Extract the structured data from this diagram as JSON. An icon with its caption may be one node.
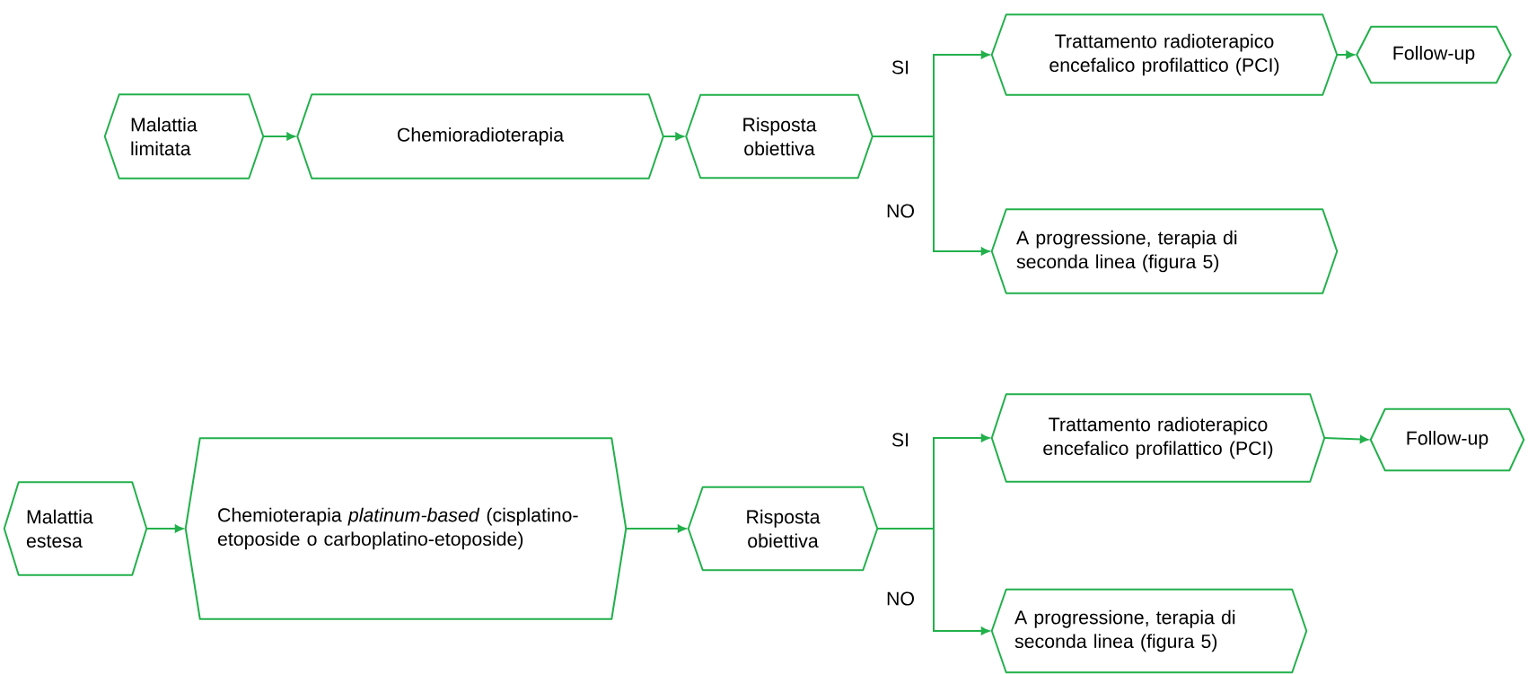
{
  "diagram": {
    "nodes": [
      {
        "text": [
          "Malattia limitata"
        ]
      },
      {
        "text": [
          "Chemioradioterapia"
        ]
      },
      {
        "text": [
          "Risposta obiettiva"
        ]
      },
      {
        "text": [
          "Trattamento radioterapico encefalico profilattico (PCI)"
        ]
      },
      {
        "text": [
          "Follow-up"
        ]
      },
      {
        "text": [
          "A progressione, terapia di seconda linea (figura 5)"
        ]
      },
      {
        "text": [
          "Malattia estesa"
        ]
      },
      {
        "text": [
          "Chemioterapia *platinum-based* (cisplatino-etoposide o carboplatino-etoposide)"
        ]
      },
      {
        "text": [
          "Risposta obiettiva"
        ]
      },
      {
        "text": [
          "Trattamento radioterapico encefalico profilattico (PCI)"
        ]
      },
      {
        "text": [
          "Follow-up"
        ]
      },
      {
        "text": [
          "A progressione, terapia di seconda linea (figura 5)"
        ]
      }
    ],
    "edges": [
      {
        "from": 0,
        "to": 1,
        "arrow": "to"
      },
      {
        "from": 1,
        "to": 2,
        "arrow": "to"
      },
      {
        "from": 2,
        "to": 3,
        "arrow": "to",
        "label": "SI"
      },
      {
        "from": 2,
        "to": 5,
        "arrow": "to",
        "label": "NO"
      },
      {
        "from": 3,
        "to": 4,
        "arrow": "to"
      },
      {
        "from": 6,
        "to": 7,
        "arrow": "to"
      },
      {
        "from": 7,
        "to": 8,
        "arrow": "to"
      },
      {
        "from": 8,
        "to": 9,
        "arrow": "to",
        "label": "SI"
      },
      {
        "from": 8,
        "to": 11,
        "arrow": "to",
        "label": "NO"
      },
      {
        "from": 9,
        "to": 10,
        "arrow": "to"
      }
    ]
  }
}
